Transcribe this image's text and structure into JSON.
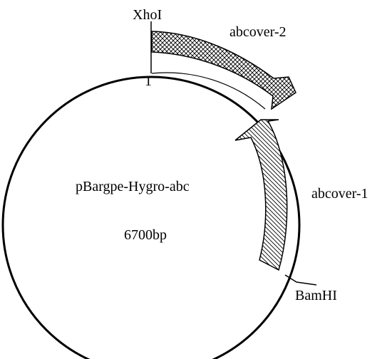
{
  "plasmid": {
    "name": "pBargpe-Hygro-abc",
    "size": "6700bp"
  },
  "sites": {
    "xhoi": "XhoI",
    "origin": "1",
    "bamhi": "BamHI"
  },
  "features": {
    "abcover2": "abcover-2",
    "abcover1": "abcover-1"
  }
}
